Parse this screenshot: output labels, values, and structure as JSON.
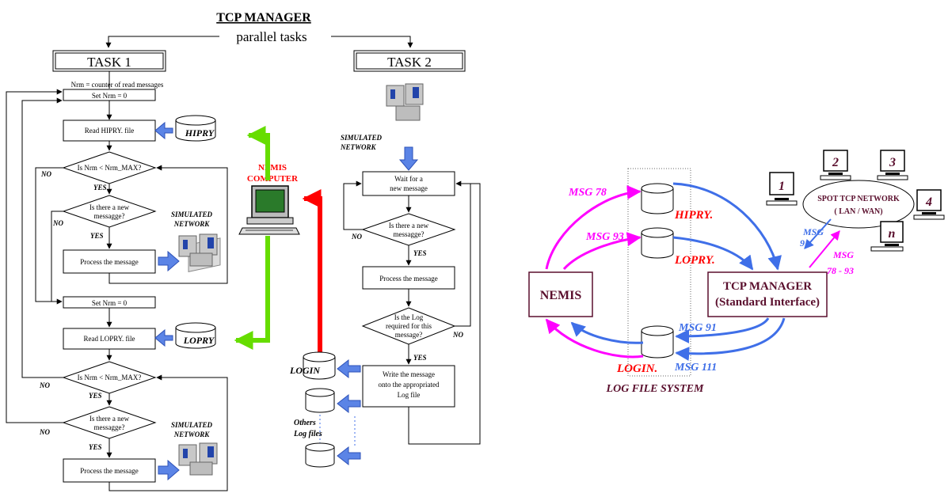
{
  "title": "TCP MANAGER",
  "subtitle": "parallel tasks",
  "task1": {
    "title": "TASK 1",
    "note": "Nrm = counter of read messages",
    "set_nrm_1": "Set Nrm = 0",
    "read_hipry": "Read HIPRY. file",
    "hipry_label": "HIPRY",
    "check_max_1": "Is Nrm < Nrm_MAX?",
    "new_msg_1": [
      "Is there a new",
      "messagge?"
    ],
    "process_1": "Process the message",
    "sim_net_1": [
      "SIMULATED",
      "NETWORK"
    ],
    "set_nrm_2": "Set Nrm = 0",
    "read_lopry": "Read LOPRY. file",
    "lopry_label": "LOPRY",
    "check_max_2": "Is Nrm < Nrm_MAX?",
    "new_msg_2": [
      "Is there a new",
      "messagge?"
    ],
    "process_2": "Process the message",
    "sim_net_2": [
      "SIMULATED",
      "NETWORK"
    ]
  },
  "nemis_computer": [
    "NEMIS",
    "COMPUTER"
  ],
  "task2": {
    "title": "TASK 2",
    "sim_net": [
      "SIMULATED",
      "NETWORK"
    ],
    "wait": [
      "Wait for a",
      "new message"
    ],
    "new_msg": [
      "Is there a new",
      "messagge?"
    ],
    "process": "Process the message",
    "log_required": [
      "Is the Log",
      "required for this",
      "message?"
    ],
    "write": [
      "Write the message",
      "onto the appropriated",
      "Log file"
    ],
    "login_label": "LOGIN",
    "others": [
      "Others",
      "Log files"
    ]
  },
  "labels": {
    "yes": "YES",
    "no": "NO"
  },
  "right": {
    "nemis": "NEMIS",
    "tcp_manager": [
      "TCP MANAGER",
      "(Standard Interface)"
    ],
    "log_file_system": "LOG FILE SYSTEM",
    "files": [
      "HIPRY.",
      "LOPRY.",
      "LOGIN."
    ],
    "messages": [
      "MSG 78",
      "MSG 93",
      "MSG 91",
      "MSG 111"
    ],
    "net_msgs": {
      "up": [
        "MSG",
        "91"
      ],
      "down": [
        "MSG",
        "78 - 93"
      ]
    },
    "network": [
      "SPOT TCP NETWORK",
      "( LAN / WAN)"
    ],
    "terminals": [
      "1",
      "2",
      "3",
      "4",
      "n"
    ]
  },
  "colors": {
    "blue": "#3f6fe8",
    "magenta": "#ff00ff",
    "red": "#ff0000",
    "green": "#66dd00",
    "dark_red": "#5a0f2d",
    "gray": "#c8c8c8",
    "screen_blue": "#2244aa",
    "screen_green": "#2a7a2a"
  }
}
